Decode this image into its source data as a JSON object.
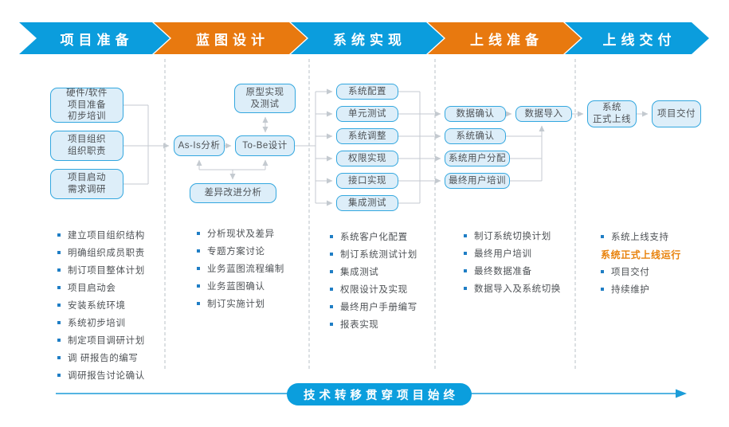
{
  "phases": [
    {
      "label": "项目准备",
      "color": "#0b9ddd"
    },
    {
      "label": "蓝图设计",
      "color": "#e8790f"
    },
    {
      "label": "系统实现",
      "color": "#0b9ddd"
    },
    {
      "label": "上线准备",
      "color": "#e8790f"
    },
    {
      "label": "上线交付",
      "color": "#0b9ddd"
    }
  ],
  "flow": {
    "col1": {
      "hw_sw": "硬件/软件\n项目准备\n初步培训",
      "org": "项目组织\n组织职责",
      "kickoff": "项目启动\n需求调研"
    },
    "col2": {
      "prototype": "原型实现\n及测试",
      "asis": "As-Is分析",
      "tobe": "To-Be设计",
      "gap": "差异改进分析"
    },
    "col3": [
      "系统配置",
      "单元测试",
      "系统调整",
      "权限实现",
      "接口实现",
      "集成测试"
    ],
    "col4": {
      "data_confirm": "数据确认",
      "sys_confirm": "系统确认",
      "user_assign": "系统用户分配",
      "user_training": "最终用户培训",
      "data_import": "数据导入"
    },
    "col5": {
      "golive": "系统\n正式上线",
      "delivery": "项目交付"
    }
  },
  "lists": {
    "col1": [
      "建立项目组织结构",
      "明确组织成员职责",
      "制订项目整体计划",
      "项目启动会",
      "安装系统环境",
      "系统初步培训",
      "制定项目调研计划",
      "调 研报告的编写",
      "调研报告讨论确认"
    ],
    "col2": [
      "分析现状及差异",
      "专题方案讨论",
      "业务蓝图流程编制",
      "业务蓝图确认",
      "制订实施计划"
    ],
    "col3": [
      "系统客户化配置",
      "制订系统测试计划",
      "集成测试",
      "权限设计及实现",
      "最终用户手册编写",
      "报表实现"
    ],
    "col4": [
      "制订系统切换计划",
      "最终用户培训",
      "最终数据准备",
      "数据导入及系统切换"
    ],
    "col5": {
      "top": [
        "系统上线支持"
      ],
      "highlight": "系统正式上线运行",
      "bottom": [
        "项目交付",
        "持续维护"
      ]
    }
  },
  "footer": {
    "banner": "技术转移贯穿项目始终"
  },
  "colors": {
    "phase_blue": "#0b9ddd",
    "phase_orange": "#e8790f",
    "node_fill": "#ddeef9",
    "node_border": "#33a7df",
    "connector_gray": "#c4cad0",
    "separator_gray": "#b9c0c7",
    "bullet_blue": "#1f7ec5",
    "list_text": "#4e5256",
    "highlight_orange": "#e8820c",
    "banner_blue": "#0b9edd"
  }
}
